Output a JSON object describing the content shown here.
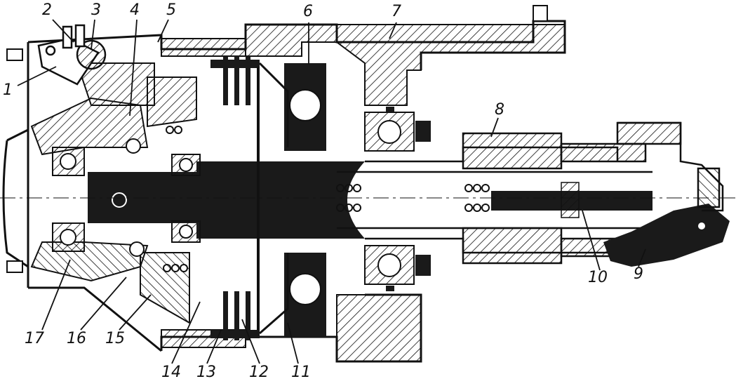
{
  "labels": {
    "n1": "1",
    "n2": "2",
    "n3": "3",
    "n4": "4",
    "n5": "5",
    "n6": "6",
    "n7": "7",
    "n8": "8",
    "n9": "9",
    "n10": "10",
    "n11": "11",
    "n12": "12",
    "n13": "13",
    "n14": "14",
    "n15": "15",
    "n16": "16",
    "n17": "17"
  },
  "colors": {
    "ink": "#111111",
    "paper": "#ffffff",
    "solid": "#1a1a1a"
  }
}
